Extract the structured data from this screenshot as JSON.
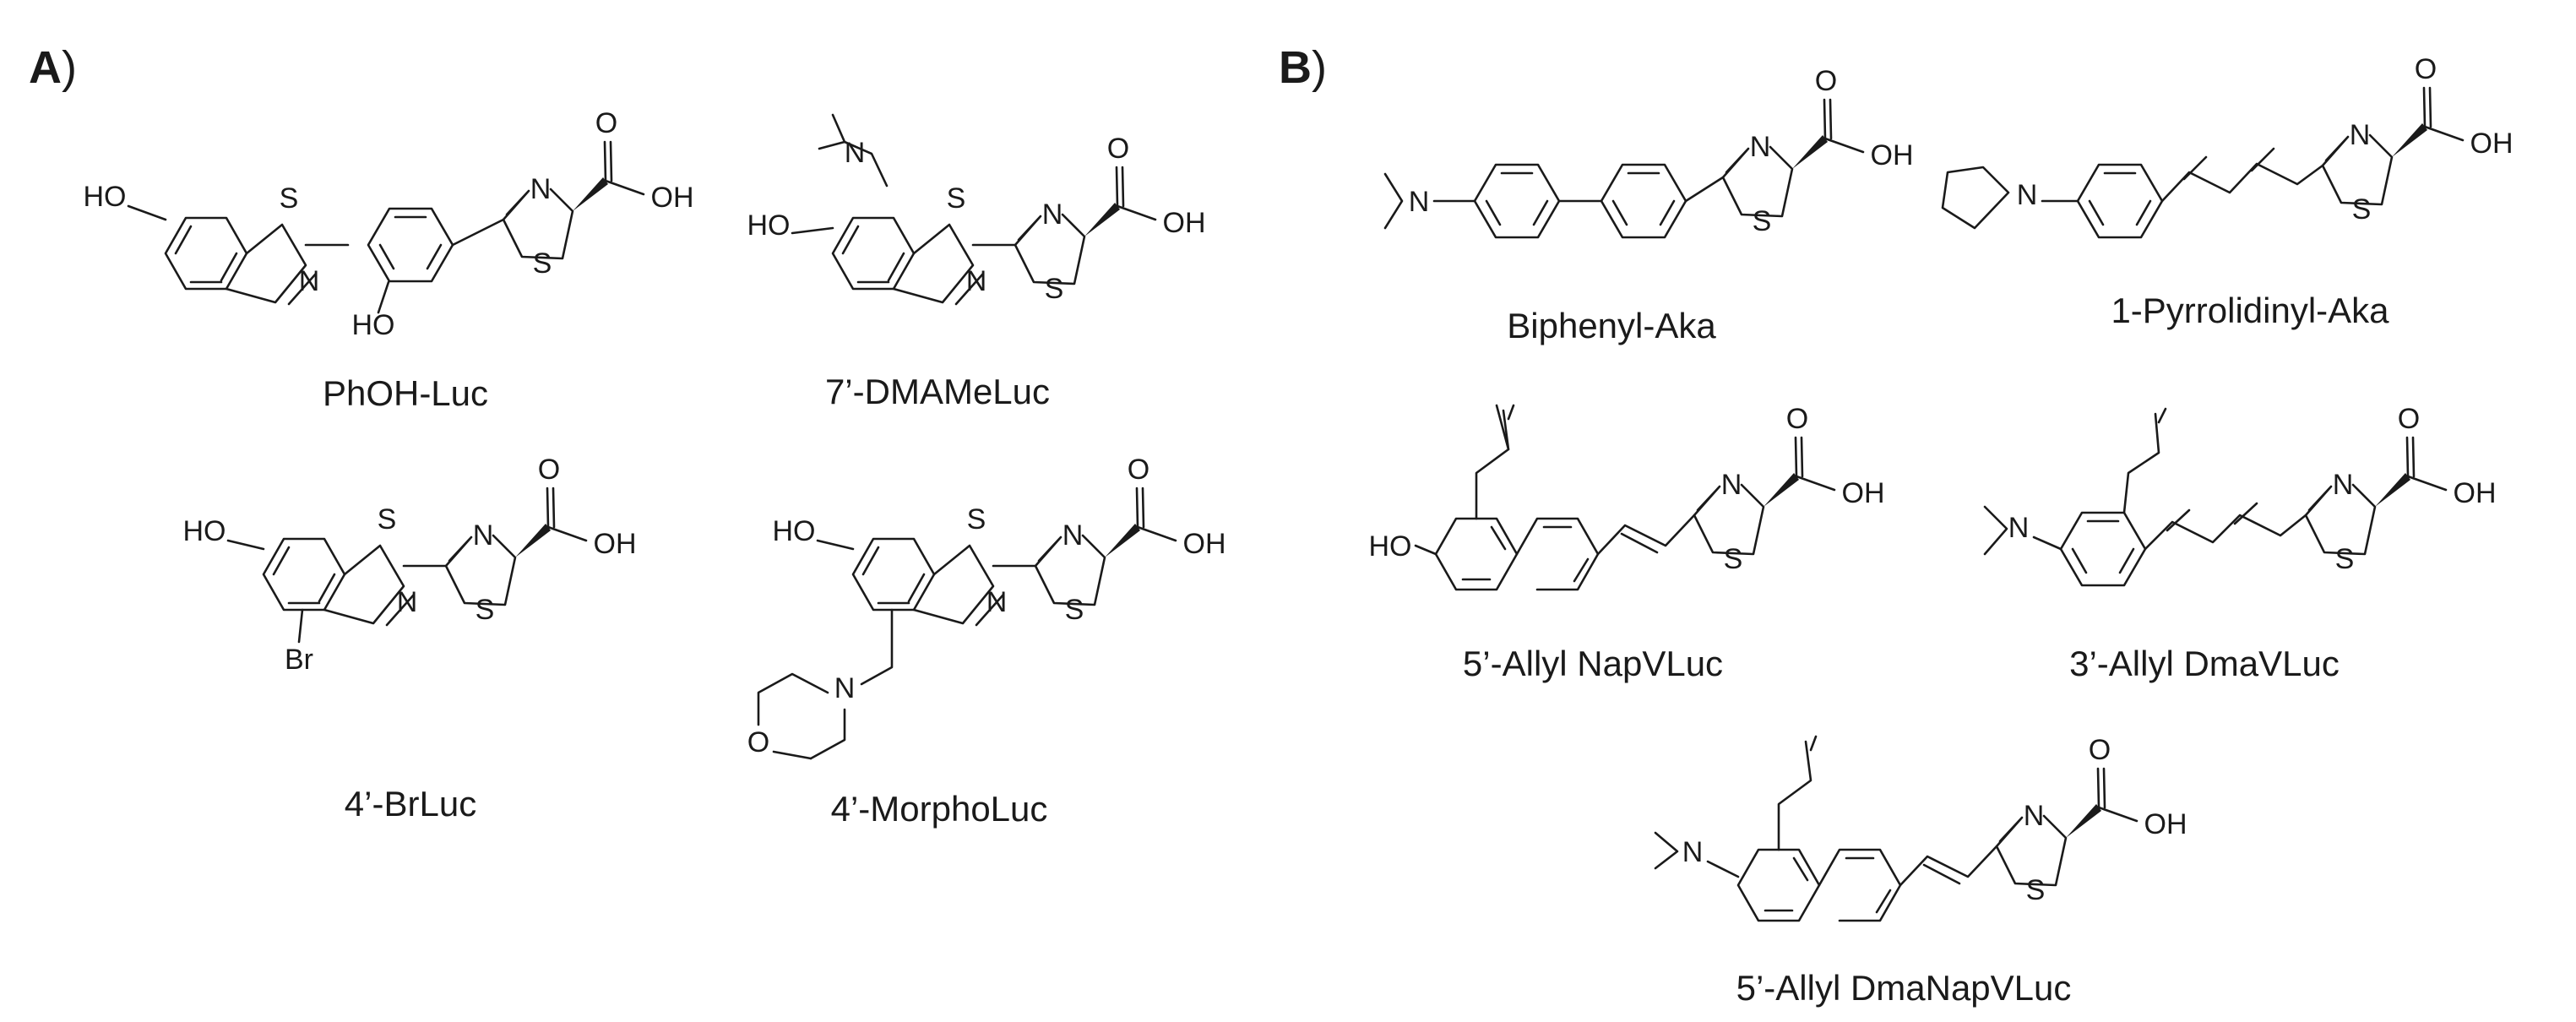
{
  "panels": {
    "a": {
      "letter": "A",
      "paren": ")"
    },
    "b": {
      "letter": "B",
      "paren": ")"
    }
  },
  "atoms": {
    "ho": "HO",
    "oh": "OH",
    "o": "O",
    "s": "S",
    "n": "N",
    "br": "Br"
  },
  "compounds": {
    "phoh_luc": "PhOH-Luc",
    "dmameluc": "7’-DMAMeLuc",
    "brluc": "4’-BrLuc",
    "morpholuc": "4’-MorphoLuc",
    "biphenyl_aka": "Biphenyl-Aka",
    "pyrrolidinyl_aka": "1-Pyrrolidinyl-Aka",
    "allyl_napvluc": "5’-Allyl NapVLuc",
    "allyl_dmavluc": "3’-Allyl DmaVLuc",
    "allyl_dmanapvluc": "5’-Allyl DmaNapVLuc"
  }
}
